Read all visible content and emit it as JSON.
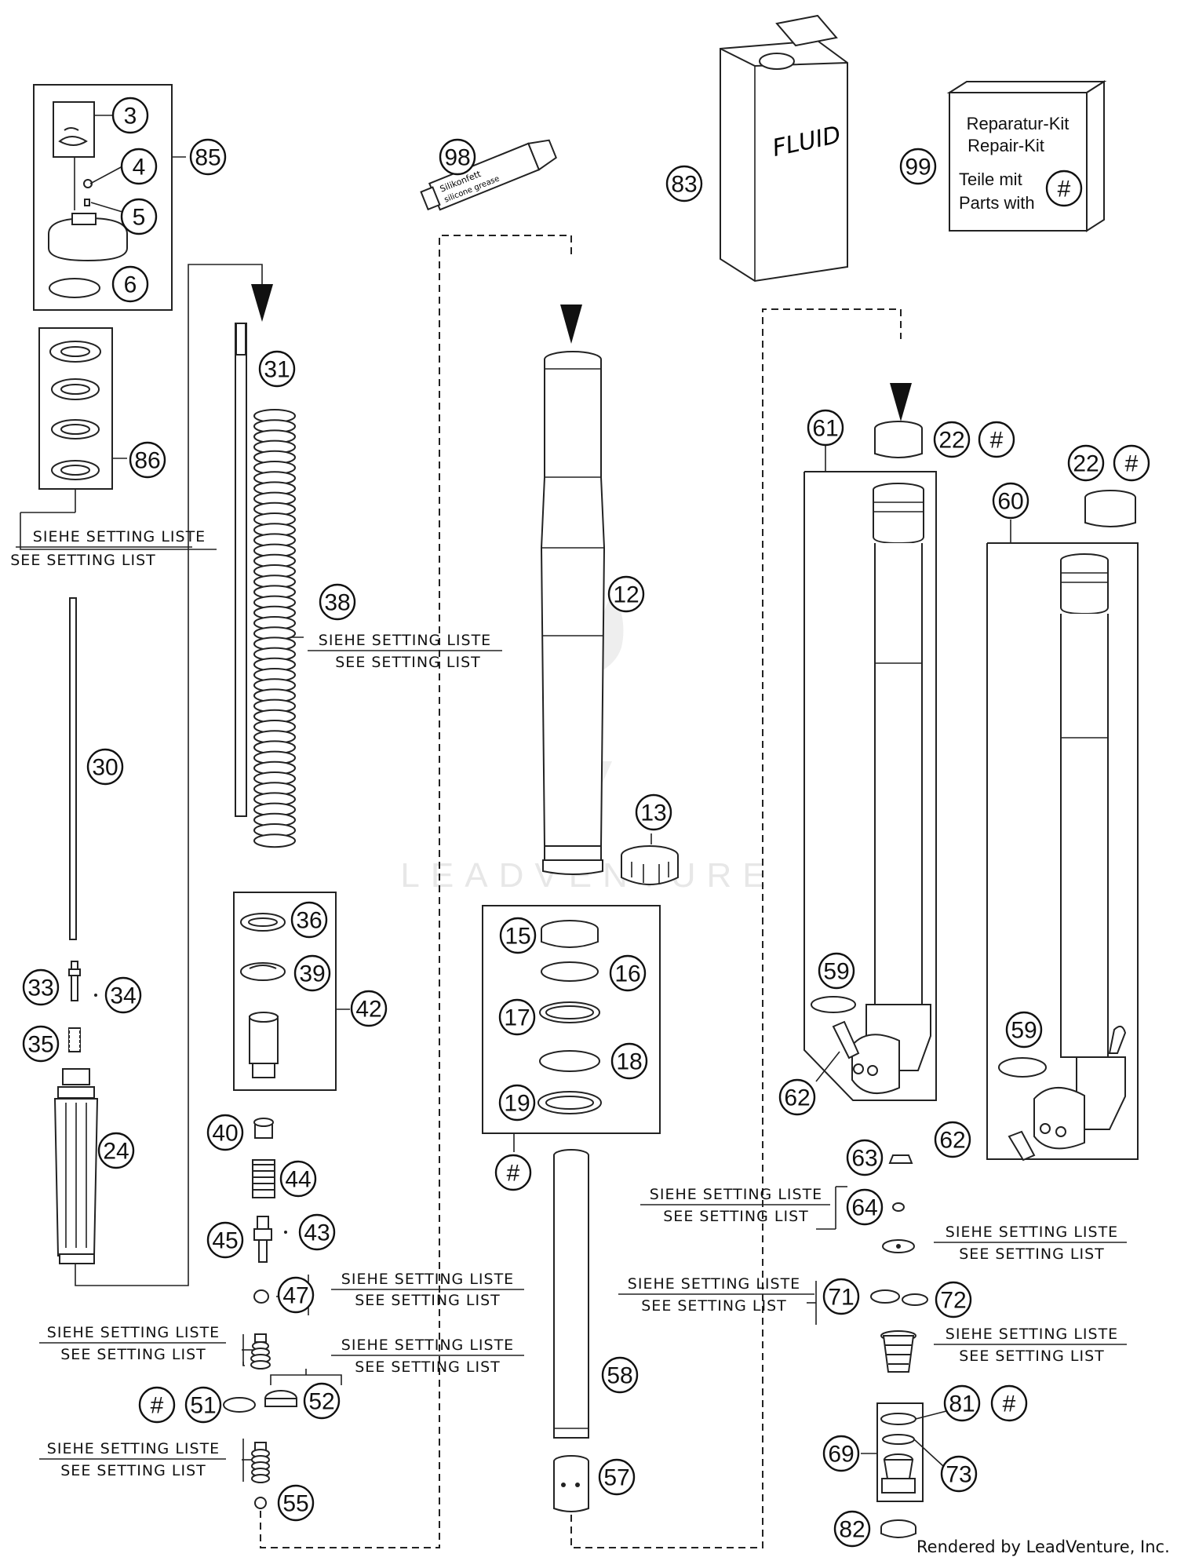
{
  "parts": [
    {
      "id": "p3",
      "text": "3"
    },
    {
      "id": "p4",
      "text": "4"
    },
    {
      "id": "p5",
      "text": "5"
    },
    {
      "id": "p6",
      "text": "6"
    },
    {
      "id": "p85",
      "text": "85"
    },
    {
      "id": "p86",
      "text": "86"
    },
    {
      "id": "p30",
      "text": "30"
    },
    {
      "id": "p31",
      "text": "31"
    },
    {
      "id": "p38",
      "text": "38"
    },
    {
      "id": "p33",
      "text": "33"
    },
    {
      "id": "p34",
      "text": "34"
    },
    {
      "id": "p35",
      "text": "35"
    },
    {
      "id": "p24",
      "text": "24"
    },
    {
      "id": "p36",
      "text": "36"
    },
    {
      "id": "p39",
      "text": "39"
    },
    {
      "id": "p42",
      "text": "42"
    },
    {
      "id": "p40",
      "text": "40"
    },
    {
      "id": "p44",
      "text": "44"
    },
    {
      "id": "p45",
      "text": "45"
    },
    {
      "id": "p43",
      "text": "43"
    },
    {
      "id": "p47",
      "text": "47"
    },
    {
      "id": "p51",
      "text": "51"
    },
    {
      "id": "p52",
      "text": "52"
    },
    {
      "id": "p55",
      "text": "55"
    },
    {
      "id": "p98",
      "text": "98"
    },
    {
      "id": "p12",
      "text": "12"
    },
    {
      "id": "p13",
      "text": "13"
    },
    {
      "id": "p15",
      "text": "15"
    },
    {
      "id": "p16",
      "text": "16"
    },
    {
      "id": "p17",
      "text": "17"
    },
    {
      "id": "p18",
      "text": "18"
    },
    {
      "id": "p19",
      "text": "19"
    },
    {
      "id": "p58",
      "text": "58"
    },
    {
      "id": "p57",
      "text": "57"
    },
    {
      "id": "p83",
      "text": "83"
    },
    {
      "id": "p99",
      "text": "99"
    },
    {
      "id": "p61",
      "text": "61"
    },
    {
      "id": "p22a",
      "text": "22"
    },
    {
      "id": "p22b",
      "text": "22"
    },
    {
      "id": "p60",
      "text": "60"
    },
    {
      "id": "p59a",
      "text": "59"
    },
    {
      "id": "p59b",
      "text": "59"
    },
    {
      "id": "p62a",
      "text": "62"
    },
    {
      "id": "p62b",
      "text": "62"
    },
    {
      "id": "p63",
      "text": "63"
    },
    {
      "id": "p64",
      "text": "64"
    },
    {
      "id": "p71",
      "text": "71"
    },
    {
      "id": "p72",
      "text": "72"
    },
    {
      "id": "p81",
      "text": "81"
    },
    {
      "id": "p69",
      "text": "69"
    },
    {
      "id": "p73",
      "text": "73"
    },
    {
      "id": "p82",
      "text": "82"
    }
  ],
  "hash_marker": "#",
  "setting_note": {
    "de": "SIEHE SETTING LISTE",
    "en": "SEE SETTING LIST"
  },
  "fluid_label": "FLUID",
  "grease_label": {
    "line1": "Silikonfett",
    "line2": "silicone grease"
  },
  "repair_kit": {
    "line1": "Reparatur-Kit",
    "line2": "Repair-Kit",
    "line3": "Teile mit",
    "line4": "Parts with"
  },
  "watermark": "LEADVENTURE",
  "credit": "Rendered by LeadVenture, Inc."
}
